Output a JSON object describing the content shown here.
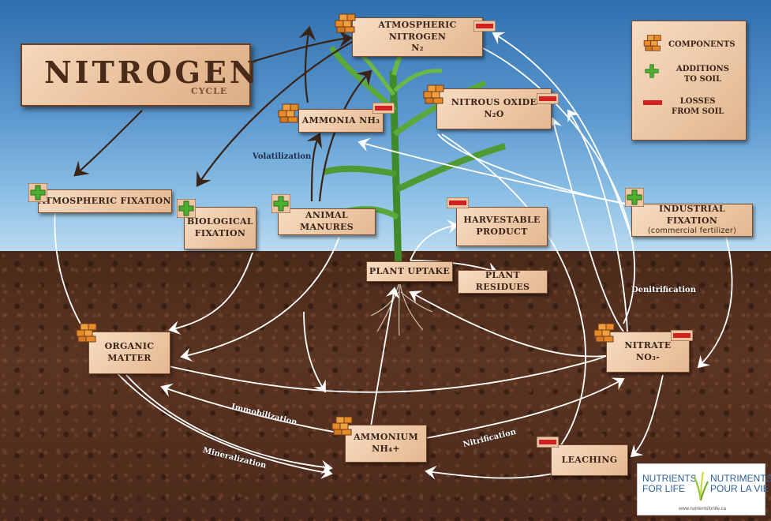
{
  "title": {
    "main": "NITROGEN",
    "sub": "CYCLE"
  },
  "legend": {
    "components": "COMPONENTS",
    "additions": "ADDITIONS\nTO SOIL",
    "losses": "LOSSES\nFROM SOIL"
  },
  "nodes": {
    "atmospheric_nitrogen": {
      "line1": "ATMOSPHERIC NITROGEN",
      "line2": "N₂"
    },
    "ammonia": {
      "line1": "AMMONIA NH₃"
    },
    "nitrous_oxide": {
      "line1": "NITROUS OXIDE",
      "line2": "N₂O"
    },
    "atmospheric_fixation": {
      "line1": "ATMOSPHERIC FIXATION"
    },
    "biological_fixation": {
      "line1": "BIOLOGICAL",
      "line2": "FIXATION"
    },
    "animal_manures": {
      "line1": "ANIMAL MANURES"
    },
    "harvestable_product": {
      "line1": "HARVESTABLE",
      "line2": "PRODUCT"
    },
    "industrial_fixation": {
      "line1": "INDUSTRIAL FIXATION",
      "line2": "(commercial fertilizer)"
    },
    "plant_uptake": {
      "line1": "PLANT UPTAKE"
    },
    "plant_residues": {
      "line1": "PLANT RESIDUES"
    },
    "organic_matter": {
      "line1": "ORGANIC",
      "line2": "MATTER"
    },
    "nitrate": {
      "line1": "NITRATE",
      "line2": "NO₃-"
    },
    "ammonium": {
      "line1": "AMMONIUM",
      "line2": "NH₄+"
    },
    "leaching": {
      "line1": "LEACHING"
    }
  },
  "process_labels": {
    "volatilization": "Volatilization",
    "denitrification": "Denitrification",
    "immobilization": "Immobilization",
    "mineralization": "Mineralization",
    "nitrification": "Nitrification"
  },
  "logo": {
    "en": "NUTRIENTS\nFOR LIFE",
    "fr": "NUTRIMENTS\nPOUR LA VIE",
    "url": "www.nutrientsforlife.ca"
  },
  "colors": {
    "sky_top": "#2f6fae",
    "soil": "#4b2a1b",
    "box": "#edc8a6",
    "plus": "#4caf2f",
    "minus": "#d0201f",
    "component": "#e8892a",
    "arrow": "#ffffff",
    "arrow_dark": "#3a2417"
  }
}
